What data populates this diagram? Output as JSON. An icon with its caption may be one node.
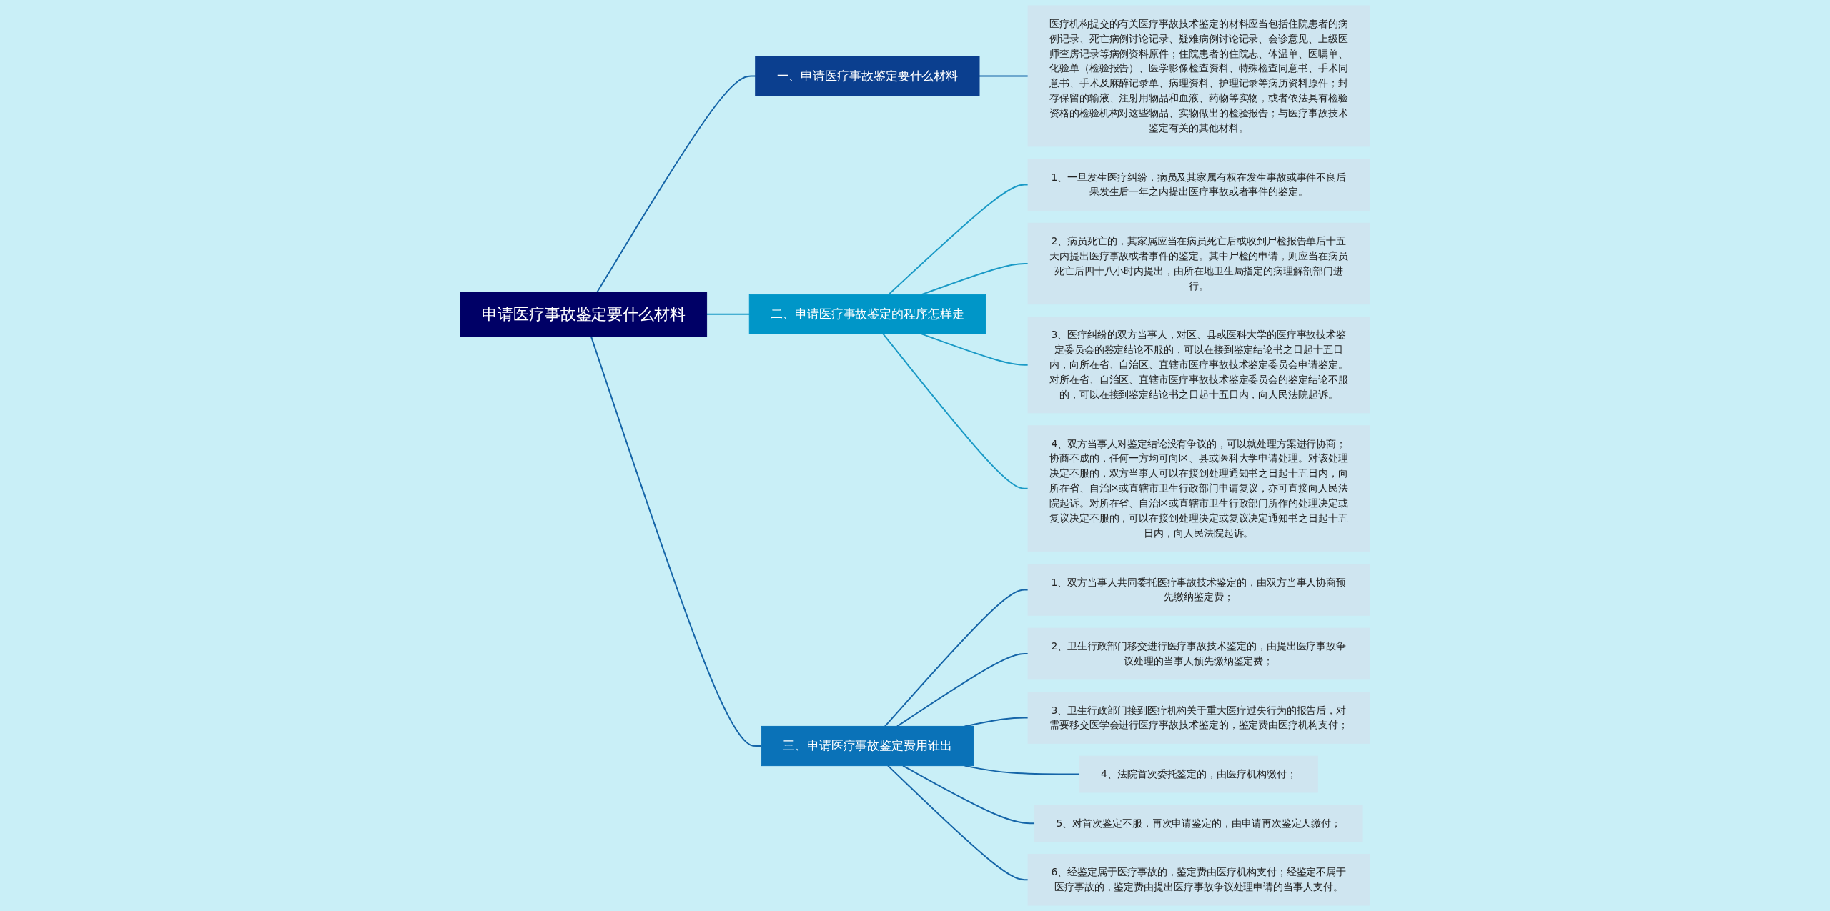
{
  "diagram": {
    "nodes": [
      {
        "text": [
          "申请医疗事故鉴定要什么材料"
        ]
      },
      {
        "text": [
          "一、申请医疗事故鉴定要什么材料"
        ]
      },
      {
        "text": [
          "医疗机构提交的有关医疗事故技术鉴定的材料应当包括住院患者的病例记录、死亡病例讨论记录、疑难病例讨论记录、会诊意见、上级医师查房记录等病例资料原件；住院患者的住院志、体温单、医嘱单、化验单（检验报告）、医学影像检查资料、特殊检查同意书、手术同意书、手术及麻醉记录单、病理资料、护理记录等病历资料原件；封存保留的输液、注射用物品和血液、药物等实物，或者依法具有检验资格的检验机构对这些物品、实物做出的检验报告；与医疗事故技术鉴定有关的其他材料。"
        ]
      },
      {
        "text": [
          "二、申请医疗事故鉴定的程序怎样走"
        ]
      },
      {
        "text": [
          "1、一旦发生医疗纠纷，病员及其家属有权在发生事故或事件不良后果发生后一年之内提出医疗事故或者事件的鉴定。"
        ]
      },
      {
        "text": [
          "2、病员死亡的，其家属应当在病员死亡后或收到尸检报告单后十五天内提出医疗事故或者事件的鉴定。其中尸检的申请，则应当在病员死亡后四十八小时内提出，由所在地卫生局指定的病理解剖部门进行。"
        ]
      },
      {
        "text": [
          "3、医疗纠纷的双方当事人，对区、县或医科大学的医疗事故技术鉴定委员会的鉴定结论不服的，可以在接到鉴定结论书之日起十五日内，向所在省、自治区、直辖市医疗事故技术鉴定委员会申请鉴定。对所在省、自治区、直辖市医疗事故技术鉴定委员会的鉴定结论不服的，可以在接到鉴定结论书之日起十五日内，向人民法院起诉。"
        ]
      },
      {
        "text": [
          "4、双方当事人对鉴定结论没有争议的，可以就处理方案进行协商；协商不成的，任何一方均可向区、县或医科大学申请处理。对该处理决定不服的，双方当事人可以在接到处理通知书之日起十五日内，向所在省、自治区或直辖市卫生行政部门申请复议，亦可直接向人民法院起诉。对所在省、自治区或直辖市卫生行政部门所作的处理决定或复议决定不服的，可以在接到处理决定或复议决定通知书之日起十五日内，向人民法院起诉。"
        ]
      },
      {
        "text": [
          "三、申请医疗事故鉴定费用谁出"
        ]
      },
      {
        "text": [
          "1、双方当事人共同委托医疗事故技术鉴定的，由双方当事人协商预先缴纳鉴定费；"
        ]
      },
      {
        "text": [
          "2、卫生行政部门移交进行医疗事故技术鉴定的，由提出医疗事故争议处理的当事人预先缴纳鉴定费；"
        ]
      },
      {
        "text": [
          "3、卫生行政部门接到医疗机构关于重大医疗过失行为的报告后，对需要移交医学会进行医疗事故技术鉴定的，鉴定费由医疗机构支付；"
        ]
      },
      {
        "text": [
          "4、法院首次委托鉴定的，由医疗机构缴付；"
        ]
      },
      {
        "text": [
          "5、对首次鉴定不服，再次申请鉴定的，由申请再次鉴定人缴付；"
        ]
      },
      {
        "text": [
          "6、经鉴定属于医疗事故的，鉴定费由医疗机构支付；经鉴定不属于医疗事故的，鉴定费由提出医疗事故争议处理申请的当事人支付。"
        ]
      }
    ],
    "edges": [
      {
        "from": 0,
        "to": 1,
        "arrow": "none"
      },
      {
        "from": 1,
        "to": 2,
        "arrow": "none"
      },
      {
        "from": 0,
        "to": 3,
        "arrow": "none"
      },
      {
        "from": 3,
        "to": 4,
        "arrow": "none"
      },
      {
        "from": 3,
        "to": 5,
        "arrow": "none"
      },
      {
        "from": 3,
        "to": 6,
        "arrow": "none"
      },
      {
        "from": 3,
        "to": 7,
        "arrow": "none"
      },
      {
        "from": 0,
        "to": 8,
        "arrow": "none"
      },
      {
        "from": 8,
        "to": 9,
        "arrow": "none"
      },
      {
        "from": 8,
        "to": 10,
        "arrow": "none"
      },
      {
        "from": 8,
        "to": 11,
        "arrow": "none"
      },
      {
        "from": 8,
        "to": 12,
        "arrow": "none"
      },
      {
        "from": 8,
        "to": 13,
        "arrow": "none"
      },
      {
        "from": 8,
        "to": 14,
        "arrow": "none"
      }
    ]
  }
}
